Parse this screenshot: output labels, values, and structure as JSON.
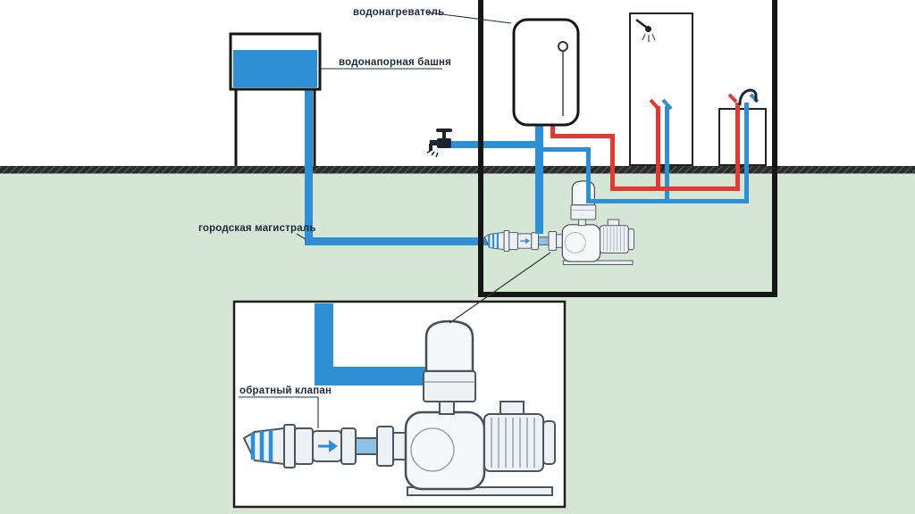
{
  "diagram": {
    "labels": {
      "water_heater": "водонагреватель",
      "water_tower": "водонапорная башня",
      "city_main": "городская магистраль",
      "check_valve": "обратный клапан"
    },
    "colors": {
      "cold": "#2e8fd5",
      "hot": "#e23a32",
      "ground": "#d6e6d4",
      "outline": "#161616",
      "label": "#1b2a3d",
      "soil": "#2b2b2b"
    },
    "icons": [
      "outdoor-tap-icon",
      "shower-head-icon",
      "shower-mixer-icon",
      "sink-faucet-icon",
      "check-valve-icon",
      "pressure-control-unit",
      "pump-motor"
    ]
  }
}
